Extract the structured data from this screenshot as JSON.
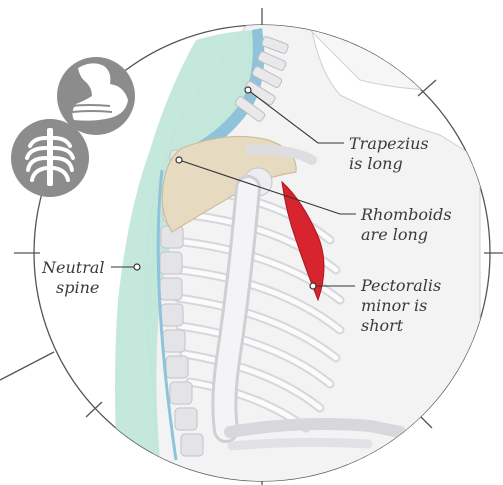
{
  "labels": {
    "trapezius": {
      "line1": "Trapezius",
      "line2": "is long"
    },
    "rhomboids": {
      "line1": "Rhomboids",
      "line2": "are long"
    },
    "pectoralis": {
      "line1": "Pectoralis",
      "line2": "minor is",
      "line3": "short"
    },
    "spine": {
      "line1": "Neutral",
      "line2": "spine"
    }
  },
  "icons": [
    "flexed-arm-icon",
    "rib-cage-icon"
  ],
  "colors": {
    "circle_border": "#555555",
    "icon_fill": "#8c8c8c",
    "spine_zone": "#bfe6d9",
    "scapula": "#e6dac0",
    "pectoralis": "#d8242f",
    "trapezius_band": "#8fc3da",
    "bone": "#ececee"
  }
}
